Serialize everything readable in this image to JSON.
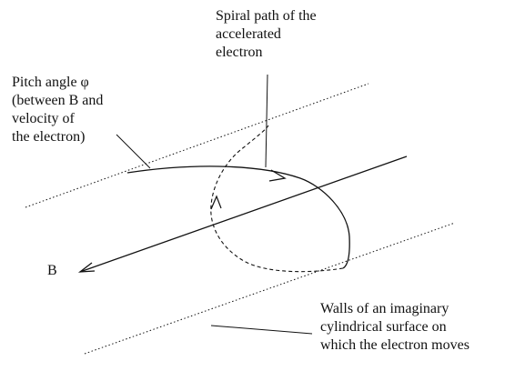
{
  "labels": {
    "spiral_path": [
      "Spiral path of the",
      "accelerated",
      "electron"
    ],
    "pitch_angle": [
      "Pitch angle φ",
      "(between B and",
      "velocity of",
      "the electron)"
    ],
    "field": "B",
    "walls": [
      "Walls of an imaginary",
      "cylindrical surface on",
      "which the electron moves"
    ]
  },
  "colors": {
    "ink": "#111111",
    "background": "#ffffff"
  }
}
